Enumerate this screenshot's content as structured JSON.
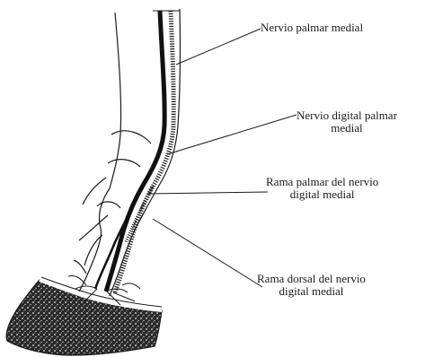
{
  "labels": {
    "palmar_medial": [
      "Nervio palmar medial"
    ],
    "digital_palmar_medial": [
      "Nervio digital palmar",
      "medial"
    ],
    "rama_palmar": [
      "Rama palmar del nervio",
      "digital medial"
    ],
    "rama_dorsal": [
      "Rama dorsal del nervio",
      "digital medial"
    ]
  },
  "colors": {
    "ink": "#1a1a1a",
    "background": "#ffffff"
  }
}
